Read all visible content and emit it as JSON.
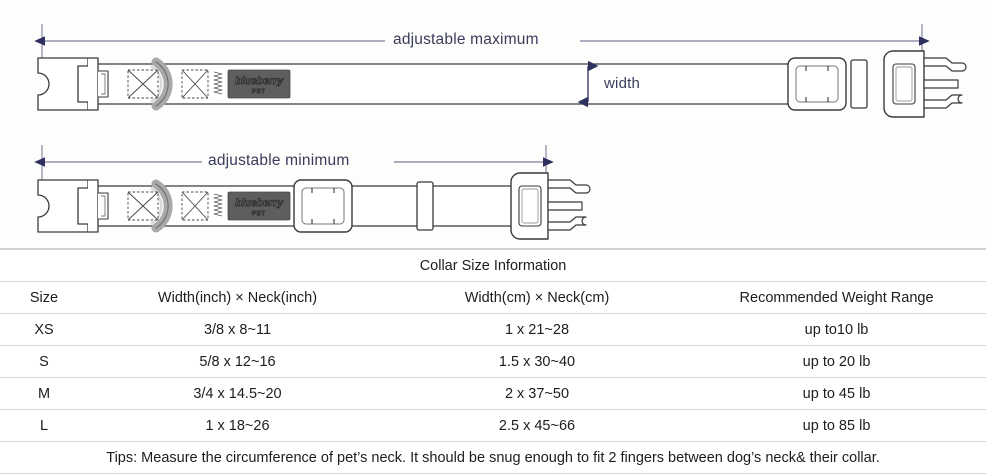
{
  "diagram": {
    "name": "dog-collar-dimension-diagram",
    "brand_tag": {
      "name": "blueberry",
      "sub": "PET"
    },
    "labels": {
      "adjustable_maximum": "adjustable maximum",
      "adjustable_minimum": "adjustable minimum",
      "width": "width"
    },
    "colors": {
      "arrow": "#2e3060",
      "dimension_line": "#7d7f9c",
      "outline": "#3a3a3a",
      "hardware_fill": "#ffffff",
      "tag_fill": "#5e5e5e",
      "dring": "#b8b8b8"
    },
    "parts": [
      "side-release-buckle-female",
      "d-ring",
      "stitch-box",
      "brand-tag",
      "slider-adjuster",
      "keeper-loop",
      "side-release-buckle-male"
    ]
  },
  "table": {
    "caption": "Collar Size Information",
    "columns": [
      "Size",
      "Width(inch)  ×  Neck(inch)",
      "Width(cm)  ×  Neck(cm)",
      "Recommended Weight Range"
    ],
    "rows": [
      {
        "size": "XS",
        "inch": "3/8 x 8~11",
        "cm": "1 x 21~28",
        "weight": "up to10 lb"
      },
      {
        "size": "S",
        "inch": "5/8 x 12~16",
        "cm": "1.5 x 30~40",
        "weight": "up to 20 lb"
      },
      {
        "size": "M",
        "inch": "3/4 x 14.5~20",
        "cm": "2 x 37~50",
        "weight": "up to 45 lb"
      },
      {
        "size": "L",
        "inch": "1 x 18~26",
        "cm": "2.5 x 45~66",
        "weight": "up to 85 lb"
      }
    ],
    "tips": "Tips: Measure the circumference of pet’s neck. It should be snug enough to fit 2 fingers between dog’s neck& their collar."
  }
}
